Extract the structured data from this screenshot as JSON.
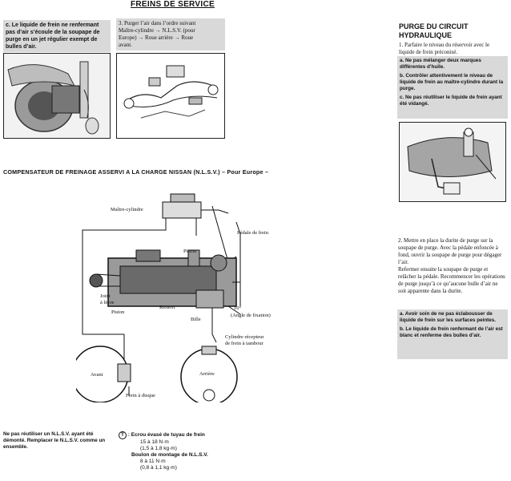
{
  "header": {
    "title": "FREINS DE SERVICE"
  },
  "step_c_top": {
    "text": "c. Le liquide de frein ne renfermant pas d’air s’écoule de la soupape de purge en un jet régulier exempt de bulles d’air."
  },
  "step_3": {
    "line1": "3.  Purger l’air dans l’ordre suivant",
    "line2": "Maître-cylindre  →  N.L.S.V. (pour",
    "line3": "Europe)  →  Roue arrière  →  Roue",
    "line4": "avant."
  },
  "section_purge": {
    "title_line1": "PURGE DU CIRCUIT",
    "title_line2": "HYDRAULIQUE",
    "step1": "1.  Parfaire le niveau du réservoir avec le liquide de frein préconisé.",
    "note_a": "a.  Ne pas mélanger deux marques différentes d’huile.",
    "note_b": "b.  Contrôler attentivement le niveau de liquide de frein au maître-cylindre durant la purge.",
    "note_c": "c.  Ne pas réutiliser le liquide de frein ayant été vidangé."
  },
  "section_nlsv": {
    "title": "COMPENSATEUR DE FREINAGE ASSERVI A LA CHARGE NISSAN (N.L.S.V.) – Pour Europe –"
  },
  "diagram_labels": {
    "maitre_cylindre": "Maître-cylindre",
    "pedale": "Pédale de frein",
    "piston_top": "Piston",
    "joint": "Joint",
    "joint2": "à lèvre",
    "piston_left": "Piston",
    "ressort": "Ressort",
    "bille": "Bille",
    "angle": "10°",
    "angle2": "(Angle de fixation)",
    "cylindre_recepteur": "Cylindre récepteur",
    "cylindre_recepteur2": "de frein à tambour",
    "avant": "Avant",
    "arriere": "Arrière",
    "frein_disque": "Frein à disque"
  },
  "step_2": {
    "para1": "2.  Mettre en place la durite de purge sur la soupape de purge. Avec la pédale enfoncée à fond, ouvrir la soupape de purge pour dégager l’air.",
    "para2": "Refermer ensuite la soupape de purge et relâcher la pédale. Recommencer les opérations de purge jusqu’à ce qu’aucune bulle d’air ne soit apparente dans la durite.",
    "note_a": "a.  Avoir soin de ne pas éclabousser de liquide de frein sur les surfaces peintes.",
    "note_b": "b.  Le liquide de frein renfermant de l’air est blanc et renferme des bulles d’air."
  },
  "bottom_note": {
    "text": "Ne pas réutiliser un N.L.S.V. ayant été démonté. Remplacer le N.L.S.V. comme un ensemble."
  },
  "torque": {
    "symbol": "T",
    "line1": ": Ecrou évasé de tuyau de frein",
    "value1": "15 à 18 N·m",
    "value1b": "(1,5 à 1,8 kg·m)",
    "line2": "Boulon de montage de N.L.S.V.",
    "value2": "8 à 11 N·m",
    "value2b": "(0,8 à 1,1 kg·m)"
  }
}
